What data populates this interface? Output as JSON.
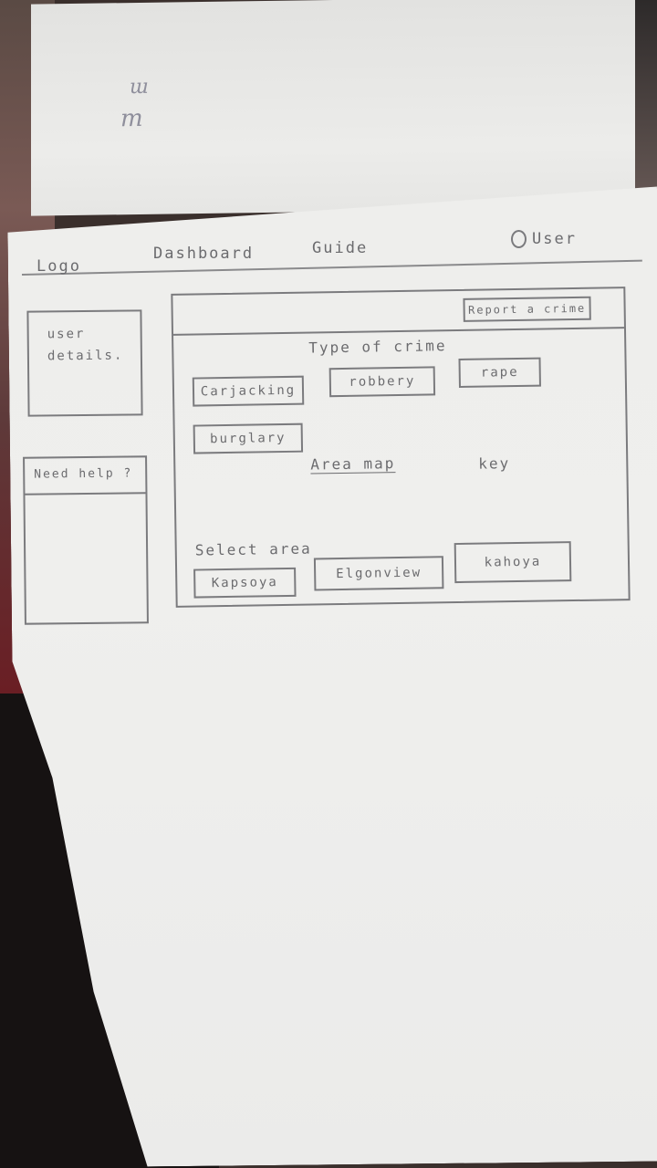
{
  "nav": {
    "logo": "Logo",
    "dashboard": "Dashboard",
    "guide": "Guide",
    "user": "User"
  },
  "sidebar": {
    "user_details": "user details.",
    "need_help": "Need help ?"
  },
  "main": {
    "report_button": "Report a crime",
    "crime_type_heading": "Type of crime",
    "crime_types": [
      "Carjacking",
      "robbery",
      "rape",
      "burglary"
    ],
    "area_map_label": "Area map",
    "key_label": "key",
    "select_area_label": "Select area",
    "areas": [
      "Kapsoya",
      "Elgonview",
      "kahoya"
    ]
  },
  "colors": {
    "ink": "#6b6b6e",
    "paper": "#eeeeec"
  }
}
